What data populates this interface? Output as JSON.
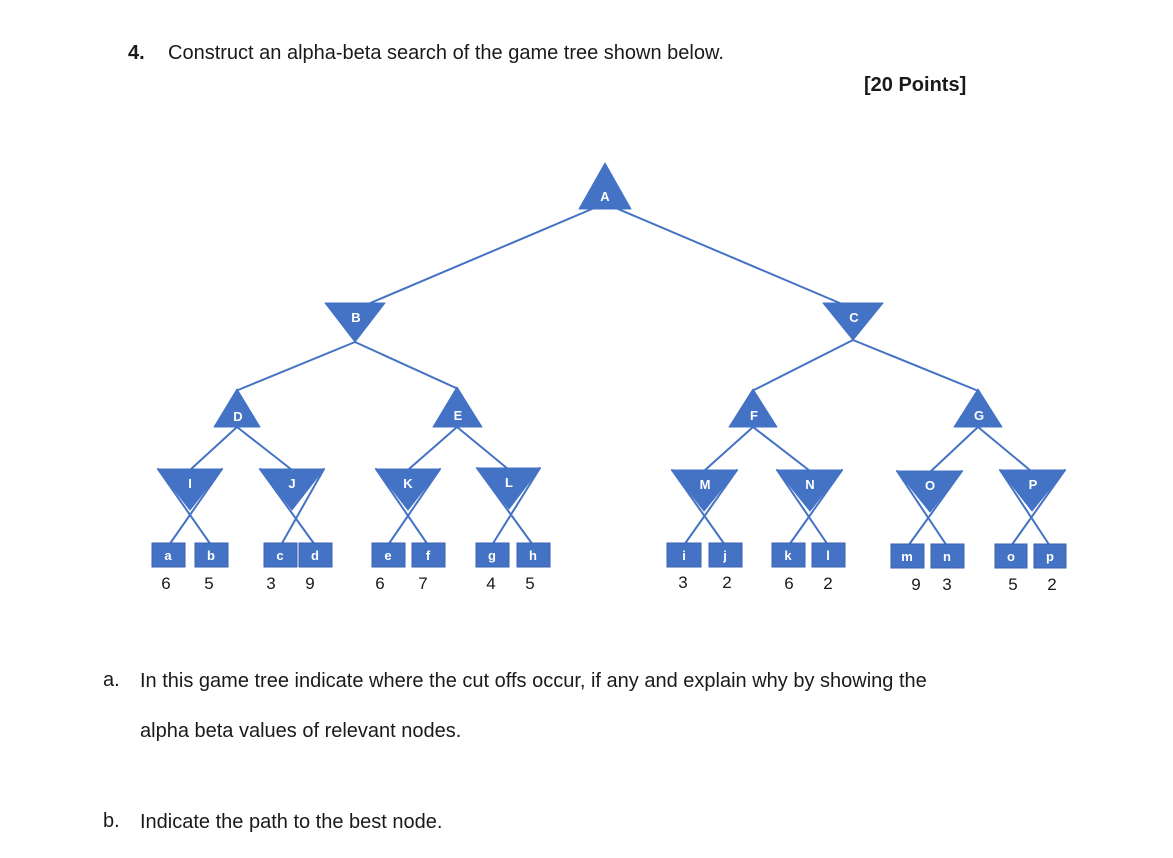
{
  "header": {
    "number": "4.",
    "title": "Construct an alpha-beta search of the game tree shown below.",
    "points": "[20 Points]"
  },
  "tree": {
    "labels": {
      "A": "A",
      "B": "B",
      "C": "C",
      "D": "D",
      "E": "E",
      "F": "F",
      "G": "G",
      "I": "I",
      "J": "J",
      "K": "K",
      "L": "L",
      "M": "M",
      "N": "N",
      "O": "O",
      "P": "P"
    },
    "leaves": [
      {
        "label": "a",
        "value": "6"
      },
      {
        "label": "b",
        "value": "5"
      },
      {
        "label": "c",
        "value": "3"
      },
      {
        "label": "d",
        "value": "9"
      },
      {
        "label": "e",
        "value": "6"
      },
      {
        "label": "f",
        "value": "7"
      },
      {
        "label": "g",
        "value": "4"
      },
      {
        "label": "h",
        "value": "5"
      },
      {
        "label": "i",
        "value": "3"
      },
      {
        "label": "j",
        "value": "2"
      },
      {
        "label": "k",
        "value": "6"
      },
      {
        "label": "l",
        "value": "2"
      },
      {
        "label": "m",
        "value": "9"
      },
      {
        "label": "n",
        "value": "3"
      },
      {
        "label": "o",
        "value": "5"
      },
      {
        "label": "p",
        "value": "2"
      }
    ],
    "structure": {
      "root": "A",
      "max_nodes": [
        "A",
        "D",
        "E",
        "F",
        "G"
      ],
      "min_nodes": [
        "B",
        "C",
        "I",
        "J",
        "K",
        "L",
        "M",
        "N",
        "O",
        "P"
      ],
      "children": {
        "A": [
          "B",
          "C"
        ],
        "B": [
          "D",
          "E"
        ],
        "C": [
          "F",
          "G"
        ],
        "D": [
          "I",
          "J"
        ],
        "E": [
          "K",
          "L"
        ],
        "F": [
          "M",
          "N"
        ],
        "G": [
          "O",
          "P"
        ],
        "I": [
          "a",
          "b"
        ],
        "J": [
          "c",
          "d"
        ],
        "K": [
          "e",
          "f"
        ],
        "L": [
          "g",
          "h"
        ],
        "M": [
          "i",
          "j"
        ],
        "N": [
          "k",
          "l"
        ],
        "O": [
          "m",
          "n"
        ],
        "P": [
          "o",
          "p"
        ]
      },
      "leaf_values": {
        "a": 6,
        "b": 5,
        "c": 3,
        "d": 9,
        "e": 6,
        "f": 7,
        "g": 4,
        "h": 5,
        "i": 3,
        "j": 2,
        "k": 6,
        "l": 2,
        "m": 9,
        "n": 3,
        "o": 5,
        "p": 2
      }
    },
    "colors": {
      "node_fill": "#4472C4",
      "edge": "#4472C4",
      "node_text": "#FFFFFF",
      "value_text": "#1A1A1A"
    }
  },
  "sub_questions": [
    {
      "marker": "a.",
      "lines": [
        "In this game tree indicate where the cut offs occur, if any and explain why by showing the",
        "alpha beta values of relevant nodes."
      ]
    },
    {
      "marker": "b.",
      "lines": [
        "Indicate the path to the best node."
      ]
    }
  ]
}
